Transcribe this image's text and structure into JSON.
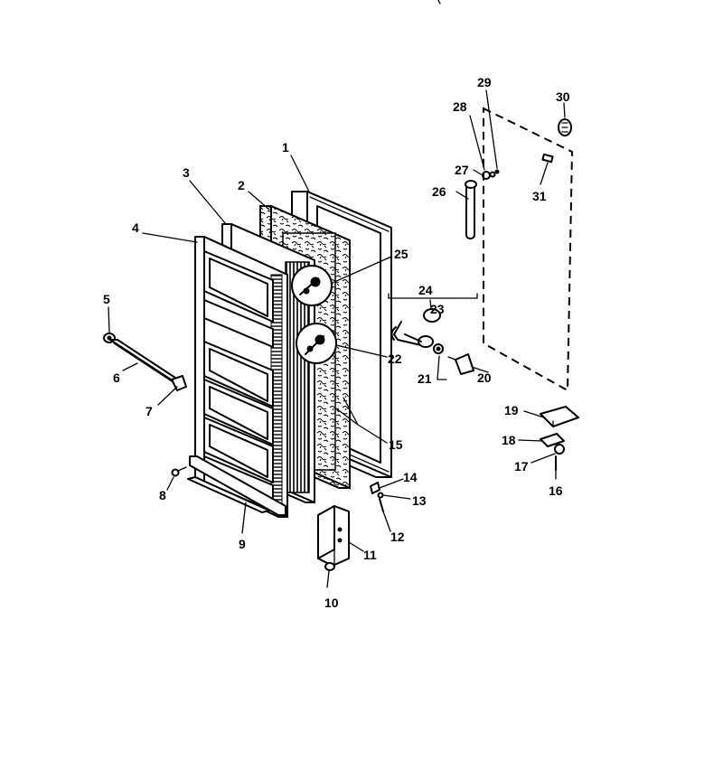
{
  "diagram": {
    "type": "exploded-parts-diagram",
    "part_numbers": [
      "1",
      "2",
      "3",
      "4",
      "5",
      "6",
      "7",
      "8",
      "9",
      "10",
      "11",
      "12",
      "13",
      "14",
      "15",
      "16",
      "17",
      "18",
      "19",
      "20",
      "21",
      "22",
      "23",
      "24",
      "25",
      "26",
      "27",
      "28",
      "29",
      "30",
      "31"
    ]
  }
}
